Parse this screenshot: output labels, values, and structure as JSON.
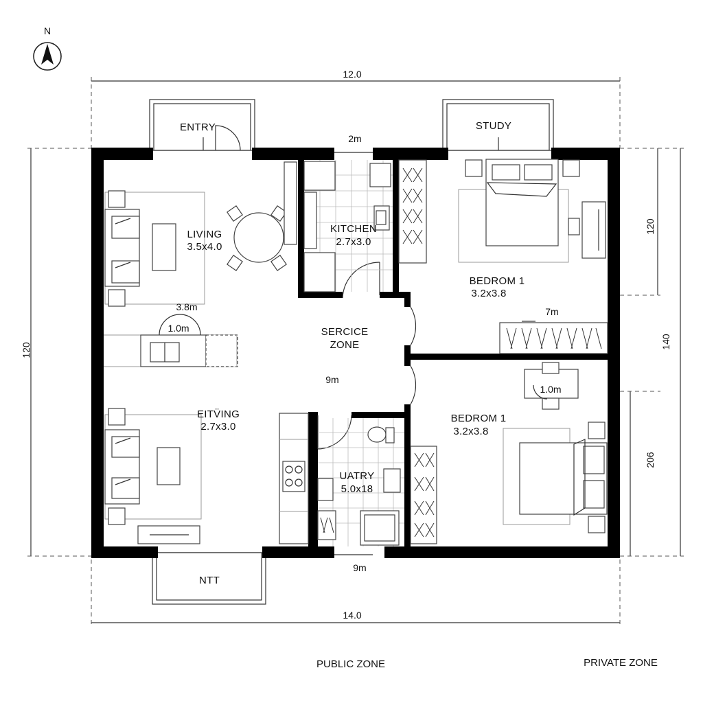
{
  "north": {
    "label": "N",
    "icon": "north-arrow-icon"
  },
  "dimensions": {
    "top_overall": "12.0",
    "bottom_overall": "14.0",
    "top_kitchen": "2m",
    "bottom_mid": "9m",
    "left": "120",
    "right_upper": "120",
    "right_overall": "140",
    "right_lower": "206",
    "living_width": "3.8m",
    "door_living": "1.0m",
    "bedroom_desk": "1.0m",
    "service": "9m",
    "bedroom_wardrobe": "7m"
  },
  "rooms": {
    "entry": {
      "name": "ENTRY"
    },
    "study": {
      "name": "STUDY"
    },
    "living": {
      "name": "LIVING",
      "size": "3.5x4.0"
    },
    "kitchen": {
      "name": "KITCHEN",
      "size": "2.7x3.0"
    },
    "bedroom_top": {
      "name": "BEDROM 1",
      "size": "3.2x3.8"
    },
    "service": {
      "name": "SERCICE",
      "name2": "ZONE"
    },
    "sitting": {
      "name": "EITV̈ING",
      "size": "2.7x3.0"
    },
    "bedroom_bottom": {
      "name": "BEDROM 1",
      "size": "3.2x3.8"
    },
    "utility": {
      "name": "UATRY",
      "size": "5.0x18"
    },
    "ntt": {
      "name": "NTT"
    }
  },
  "zones": {
    "public": "PUBLIC ZONE",
    "private": "PRIVATE ZONE"
  }
}
